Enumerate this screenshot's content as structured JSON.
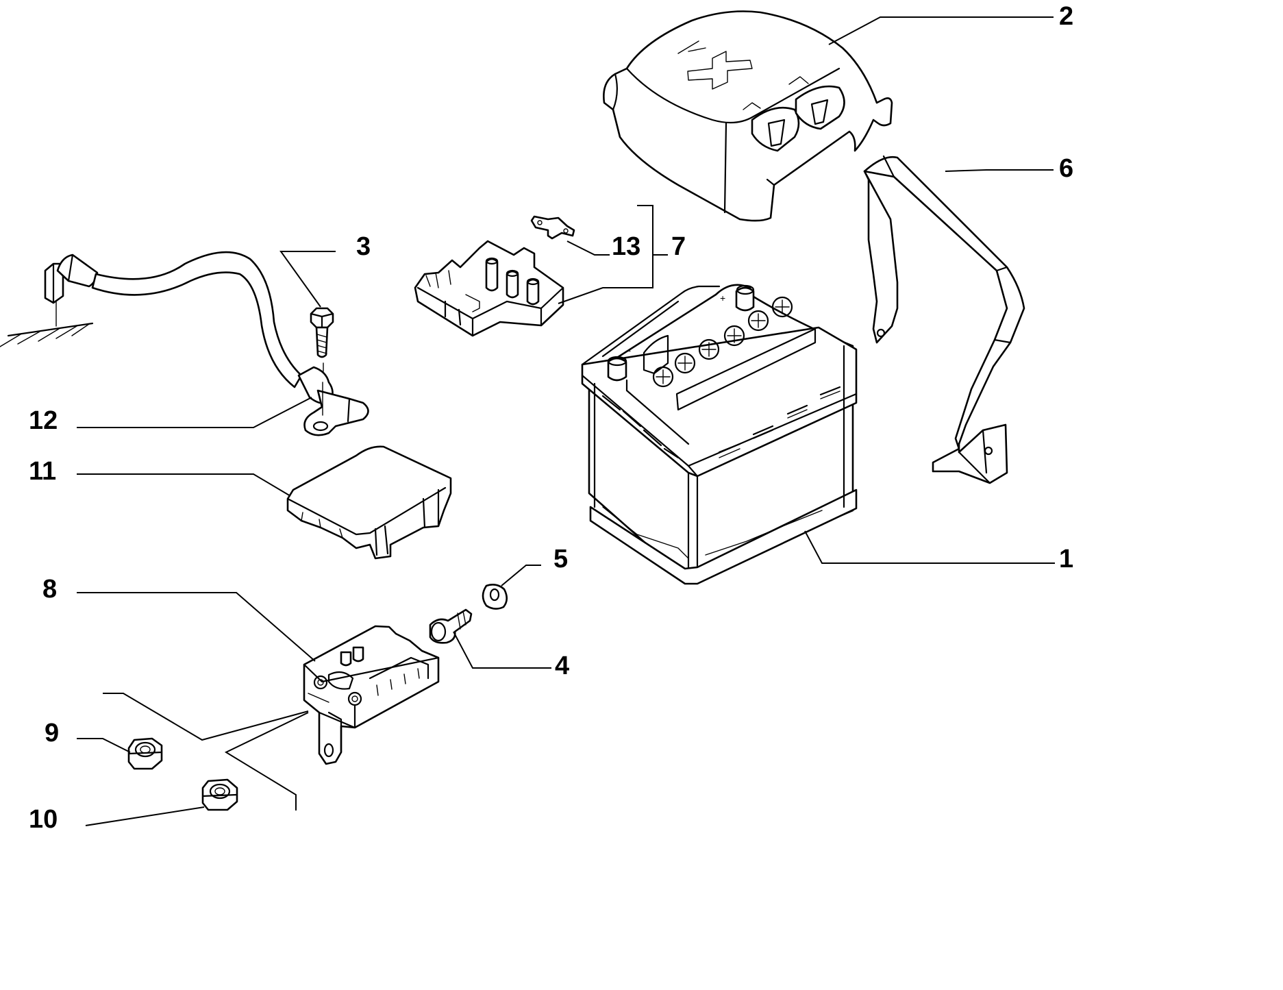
{
  "callouts": [
    {
      "id": "1",
      "text": "1"
    },
    {
      "id": "2",
      "text": "2"
    },
    {
      "id": "3",
      "text": "3"
    },
    {
      "id": "4",
      "text": "4"
    },
    {
      "id": "5",
      "text": "5"
    },
    {
      "id": "6",
      "text": "6"
    },
    {
      "id": "7",
      "text": "7"
    },
    {
      "id": "8",
      "text": "8"
    },
    {
      "id": "9",
      "text": "9"
    },
    {
      "id": "10",
      "text": "10"
    },
    {
      "id": "11",
      "text": "11"
    },
    {
      "id": "12",
      "text": "12"
    },
    {
      "id": "13",
      "text": "13"
    }
  ],
  "battery_symbols": {
    "plus": "+",
    "minus": "−"
  },
  "colors": {
    "line": "#000000",
    "background": "#ffffff"
  }
}
